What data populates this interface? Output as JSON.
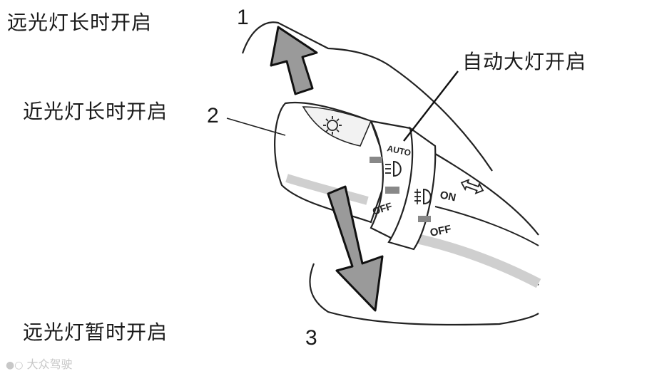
{
  "labels": {
    "high_beam_on": "远光灯长时开启",
    "low_beam_on": "近光灯长时开启",
    "high_beam_temp": "远光灯暂时开启",
    "auto_light_on": "自动大灯开启"
  },
  "numbers": {
    "one": "1",
    "two": "2",
    "three": "3"
  },
  "switch_marks": {
    "auto": "AUTO",
    "off_inner": "OFF",
    "on": "ON",
    "off_outer": "OFF"
  },
  "watermark": "大众驾驶"
}
